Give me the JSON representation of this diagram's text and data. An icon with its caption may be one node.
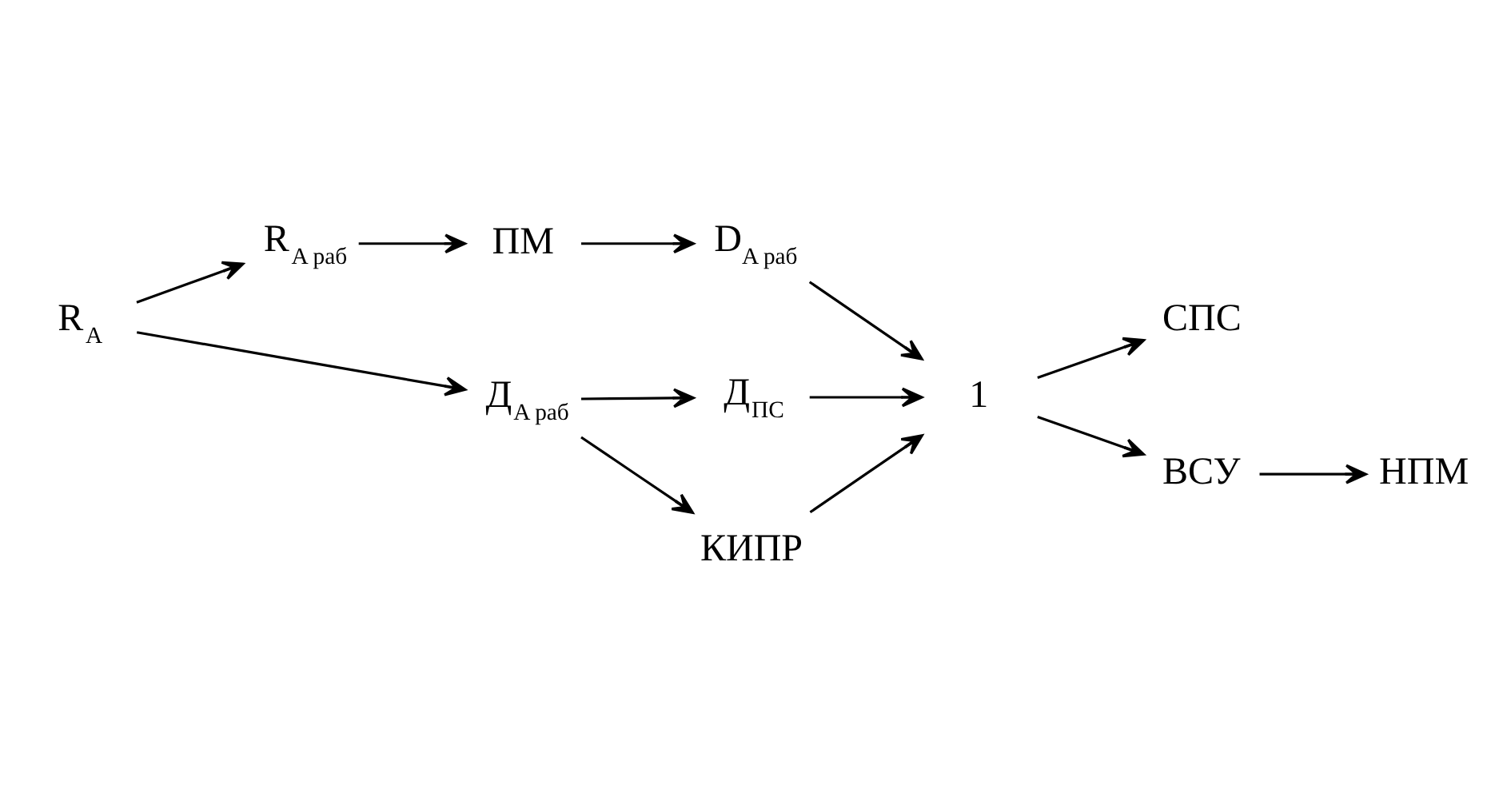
{
  "diagram": {
    "nodes": [
      {
        "text": [
          "R$_{A}$"
        ]
      },
      {
        "text": [
          "R$_{A раб}$"
        ]
      },
      {
        "text": [
          "ПМ"
        ]
      },
      {
        "text": [
          "D$_{A раб}$"
        ]
      },
      {
        "text": [
          "1"
        ]
      },
      {
        "text": [
          "Д$_{ПС}$"
        ]
      },
      {
        "text": [
          "СПС"
        ]
      },
      {
        "text": [
          "ВСУ"
        ]
      },
      {
        "text": [
          "КИПР"
        ]
      },
      {
        "text": [
          "НПМ"
        ]
      },
      {
        "text": [
          "Д$_{A раб}$"
        ]
      }
    ],
    "edges": [
      {
        "from": 0,
        "to": 1,
        "arrow": "to"
      },
      {
        "from": 1,
        "to": 2,
        "arrow": "to"
      },
      {
        "from": 2,
        "to": 3,
        "arrow": "to"
      },
      {
        "from": 3,
        "to": 4,
        "arrow": "to"
      },
      {
        "from": 0,
        "to": 10,
        "arrow": "to"
      },
      {
        "from": 10,
        "to": 5,
        "arrow": "to"
      },
      {
        "from": 5,
        "to": 4,
        "arrow": "to"
      },
      {
        "from": 10,
        "to": 8,
        "arrow": "to"
      },
      {
        "from": 8,
        "to": 4,
        "arrow": "to"
      },
      {
        "from": 4,
        "to": 6,
        "arrow": "to"
      },
      {
        "from": 4,
        "to": 7,
        "arrow": "to"
      },
      {
        "from": 7,
        "to": 9,
        "arrow": "to"
      }
    ]
  }
}
